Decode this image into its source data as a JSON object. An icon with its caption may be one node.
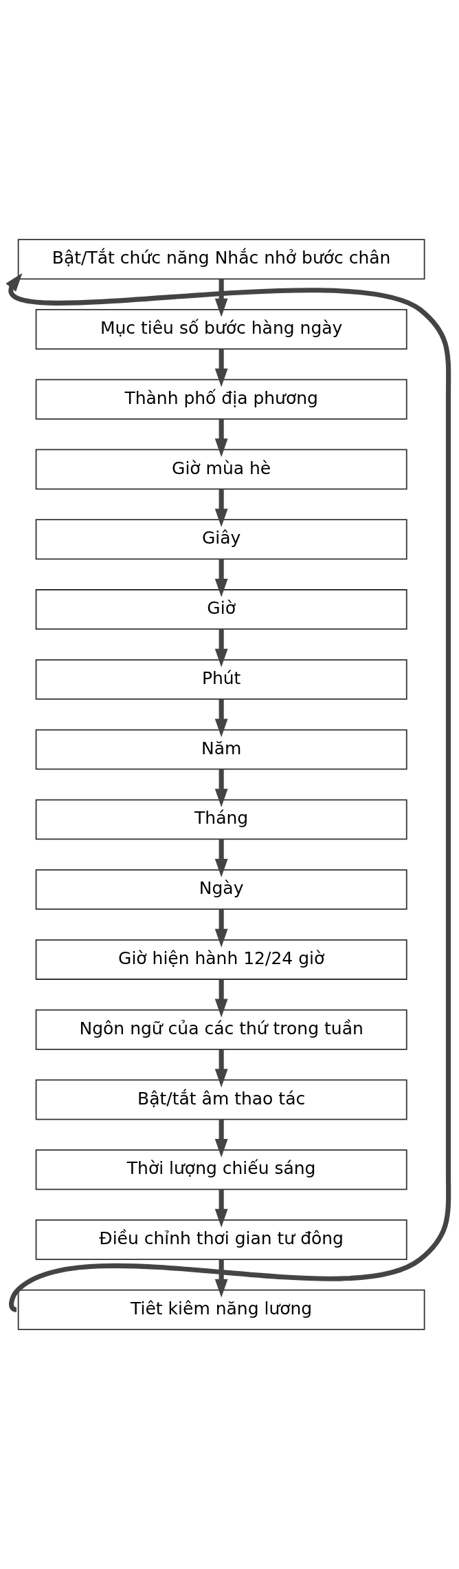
{
  "diagram": {
    "nodes": [
      {
        "text": [
          "Bật/Tắt chức năng Nhắc nhở bước chân"
        ]
      },
      {
        "text": [
          "Mục tiêu số bước hàng ngày"
        ]
      },
      {
        "text": [
          "Thành phố địa phương"
        ]
      },
      {
        "text": [
          "Giờ mùa hè"
        ]
      },
      {
        "text": [
          "Giây"
        ]
      },
      {
        "text": [
          "Giờ"
        ]
      },
      {
        "text": [
          "Phút"
        ]
      },
      {
        "text": [
          "Năm"
        ]
      },
      {
        "text": [
          "Tháng"
        ]
      },
      {
        "text": [
          "Ngày"
        ]
      },
      {
        "text": [
          "Giờ hiện hành 12/24 giờ"
        ]
      },
      {
        "text": [
          "Ngôn ngữ của các thứ trong tuần"
        ]
      },
      {
        "text": [
          "Bật/tắt âm thao tác"
        ]
      },
      {
        "text": [
          "Thời lượng chiếu sáng"
        ]
      },
      {
        "text": [
          "Điều chỉnh thơi gian tư đông"
        ]
      },
      {
        "text": [
          "Tiêt kiêm năng lương"
        ]
      }
    ],
    "edges": [
      {
        "from": 0,
        "to": 1,
        "arrow": "to"
      },
      {
        "from": 1,
        "to": 2,
        "arrow": "to"
      },
      {
        "from": 2,
        "to": 3,
        "arrow": "to"
      },
      {
        "from": 3,
        "to": 4,
        "arrow": "to"
      },
      {
        "from": 4,
        "to": 5,
        "arrow": "to"
      },
      {
        "from": 5,
        "to": 6,
        "arrow": "to"
      },
      {
        "from": 6,
        "to": 7,
        "arrow": "to"
      },
      {
        "from": 7,
        "to": 8,
        "arrow": "to"
      },
      {
        "from": 8,
        "to": 9,
        "arrow": "to"
      },
      {
        "from": 9,
        "to": 10,
        "arrow": "to"
      },
      {
        "from": 10,
        "to": 11,
        "arrow": "to"
      },
      {
        "from": 11,
        "to": 12,
        "arrow": "to"
      },
      {
        "from": 12,
        "to": 13,
        "arrow": "to"
      },
      {
        "from": 13,
        "to": 14,
        "arrow": "to"
      },
      {
        "from": 14,
        "to": 15,
        "arrow": "to"
      },
      {
        "from": 15,
        "to": 0,
        "arrow": "to"
      }
    ]
  }
}
